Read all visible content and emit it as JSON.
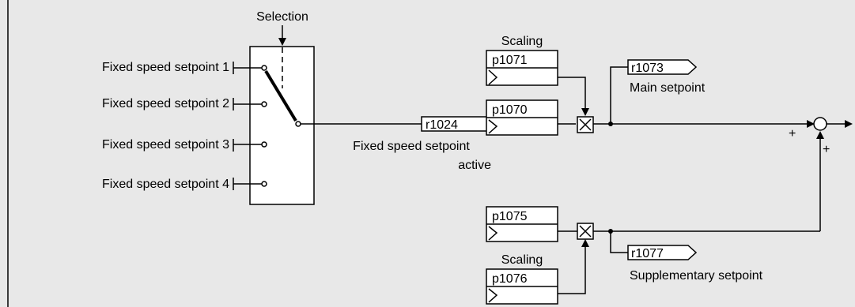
{
  "labels": {
    "selection": "Selection",
    "scaling_top": "Scaling",
    "scaling_bottom": "Scaling",
    "main_setpoint": "Main setpoint",
    "fixed_active_line1": "Fixed speed setpoint",
    "fixed_active_line2": "active",
    "supplementary_setpoint": "Supplementary setpoint",
    "plus_left": "+",
    "plus_bottom": "+"
  },
  "inputs": [
    "Fixed speed setpoint 1",
    "Fixed speed setpoint 2",
    "Fixed speed setpoint 3",
    "Fixed speed setpoint 4"
  ],
  "parameters": {
    "p1071": "p1071",
    "p1070": "p1070",
    "r1024": "r1024",
    "r1073": "r1073",
    "p1075": "p1075",
    "p1076": "p1076",
    "r1077": "r1077"
  },
  "colors": {
    "background": "#e8e8e8",
    "box_fill": "#ffffff",
    "line": "#000000"
  }
}
